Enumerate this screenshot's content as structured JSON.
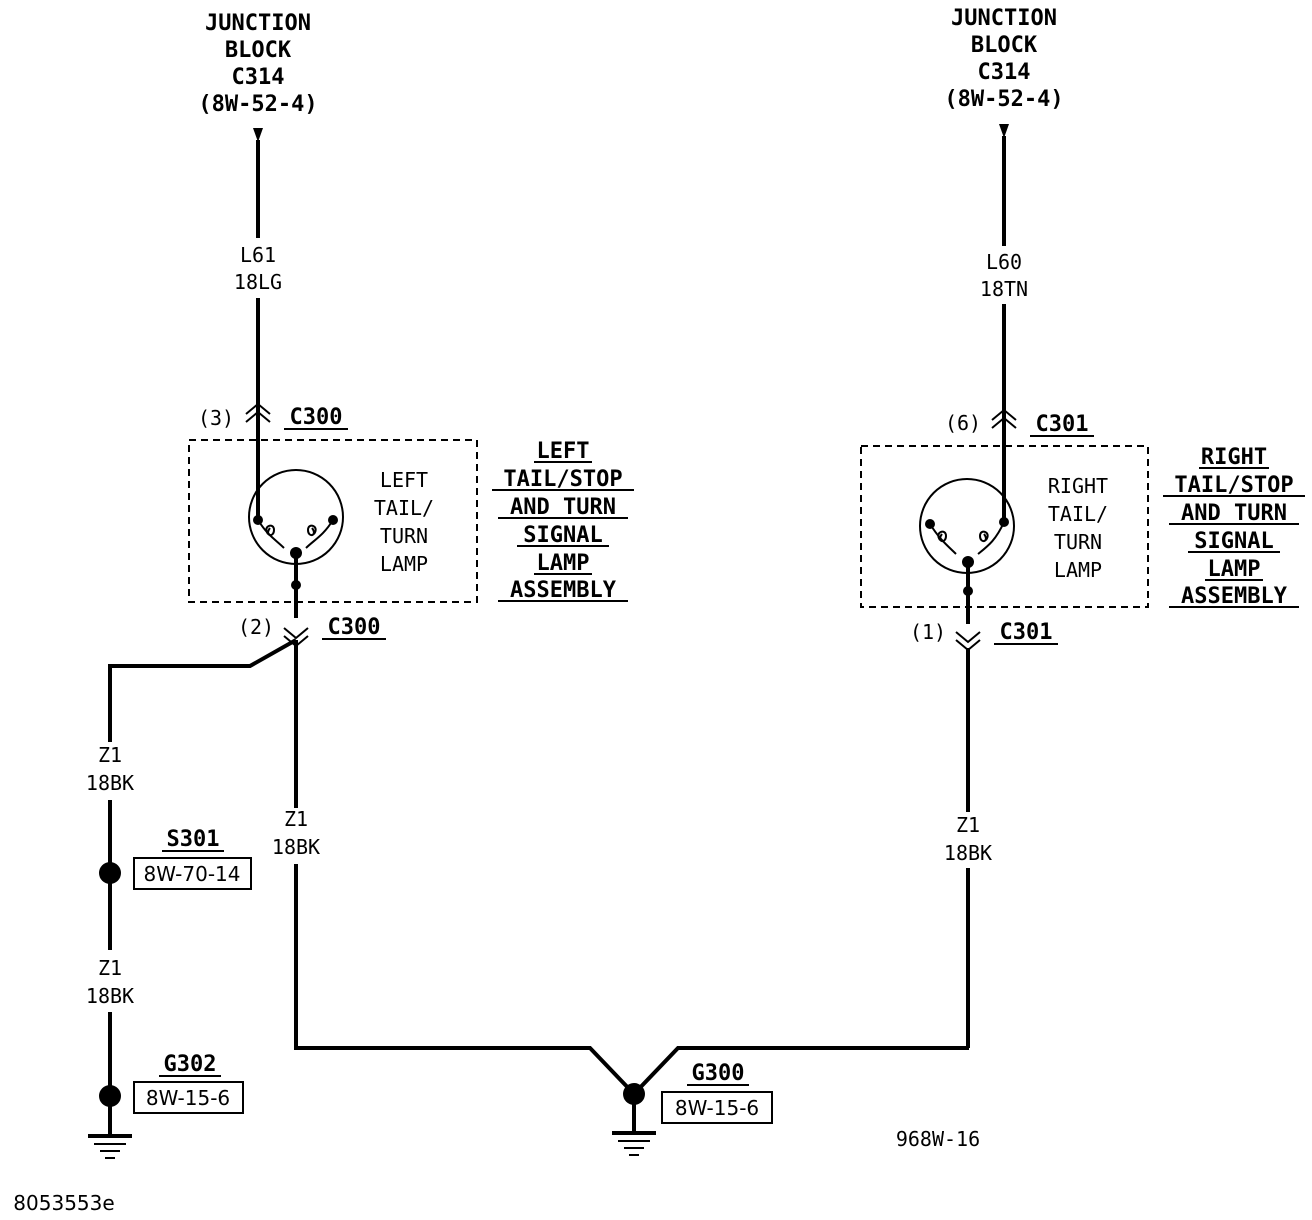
{
  "left_source": {
    "lines": [
      "JUNCTION",
      "BLOCK",
      "C314",
      "(8W-52-4)"
    ]
  },
  "right_source": {
    "lines": [
      "JUNCTION",
      "BLOCK",
      "C314",
      "(8W-52-4)"
    ]
  },
  "left_feed_wire": {
    "circuit": "L61",
    "gauge": "18LG"
  },
  "right_feed_wire": {
    "circuit": "L60",
    "gauge": "18TN"
  },
  "left_lamp": {
    "upper_pin": "(3)",
    "upper_connector": "C300",
    "lower_pin": "(2)",
    "lower_connector": "C300",
    "inner_label": [
      "LEFT",
      "TAIL/",
      "TURN",
      "LAMP"
    ],
    "title": [
      "LEFT",
      "TAIL/STOP",
      "AND TURN",
      "SIGNAL",
      "LAMP",
      "ASSEMBLY"
    ]
  },
  "right_lamp": {
    "upper_pin": "(6)",
    "upper_connector": "C301",
    "lower_pin": "(1)",
    "lower_connector": "C301",
    "inner_label": [
      "RIGHT",
      "TAIL/",
      "TURN",
      "LAMP"
    ],
    "title": [
      "RIGHT",
      "TAIL/STOP",
      "AND TURN",
      "SIGNAL",
      "LAMP",
      "ASSEMBLY"
    ]
  },
  "ground_wires": {
    "left_outer_upper": {
      "circuit": "Z1",
      "gauge": "18BK"
    },
    "left_outer_lower": {
      "circuit": "Z1",
      "gauge": "18BK"
    },
    "left_inner": {
      "circuit": "Z1",
      "gauge": "18BK"
    },
    "right": {
      "circuit": "Z1",
      "gauge": "18BK"
    }
  },
  "splice": {
    "name": "S301",
    "ref": "8W-70-14"
  },
  "ground_g302": {
    "name": "G302",
    "ref": "8W-15-6"
  },
  "ground_g300": {
    "name": "G300",
    "ref": "8W-15-6"
  },
  "figure_code": "968W-16",
  "document_id": "8053553e"
}
